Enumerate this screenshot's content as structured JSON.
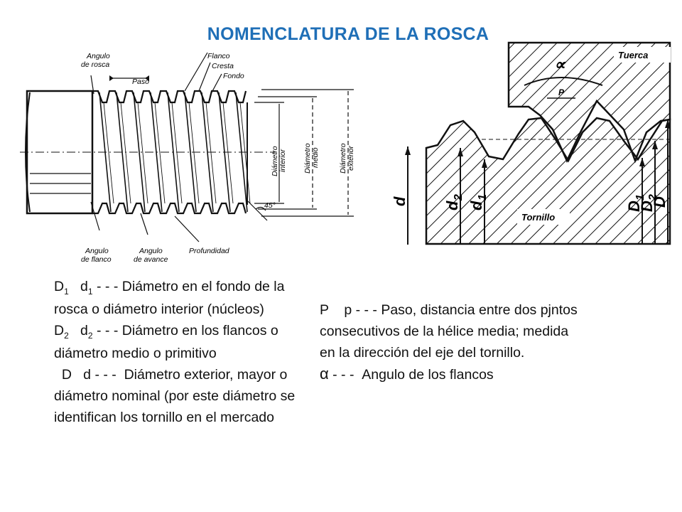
{
  "slide": {
    "title": "NOMENCLATURA DE LA ROSCA",
    "accent_color": "#1f6fb7"
  },
  "figure_left": {
    "labels": {
      "angulo_rosca_1": "Angulo",
      "angulo_rosca_2": "de rosca",
      "paso": "Paso",
      "flanco": "Flanco",
      "cresta": "Cresta",
      "fondo": "Fondo",
      "diam_interior_1": "Diámetro",
      "diam_interior_2": "interior",
      "diam_medio_1": "Diámetro",
      "diam_medio_2": "medio",
      "diam_exterior_1": "Diámetro",
      "diam_exterior_2": "exterior",
      "angle_45": "45°",
      "angulo_flanco_1": "Angulo",
      "angulo_flanco_2": "de flanco",
      "angulo_avance_1": "Angulo",
      "angulo_avance_2": "de avance",
      "profundidad": "Profundidad"
    }
  },
  "figure_right": {
    "labels": {
      "tuerca": "Tuerca",
      "alpha": "∝",
      "p": "P",
      "tornillo": "Tornillo",
      "d": "d",
      "d2": "d",
      "d2_sub": "2",
      "d1": "d",
      "d1_sub": "1",
      "D1": "D",
      "D1_sub": "1",
      "D2": "D",
      "D2_sub": "2",
      "D": "D"
    }
  },
  "left_text": {
    "l1_a": "D",
    "l1_a_sub": "1",
    "l1_b": "d",
    "l1_b_sub": "1",
    "l1_rest": "- - -  Diámetro en el fondo de la rosca o diámetro interior (núcleos)",
    "l2_a": "D",
    "l2_a_sub": "2",
    "l2_b": "d",
    "l2_b_sub": "2",
    "l2_rest": "- - -  Diámetro en los flancos o diámetro medio o primitivo",
    "l3": "D   d - - -  Diámetro exterior, mayor o diámetro nominal (por este diámetro se identifican los tornillo en el mercado"
  },
  "right_text": {
    "r1": "P    p - - - Paso, distancia entre dos pjntos consecutivos de la hélice media; medida en la dirección del eje del tornillo.",
    "r2_symbol": "α",
    "r2": " - - -  Angulo de los flancos"
  }
}
